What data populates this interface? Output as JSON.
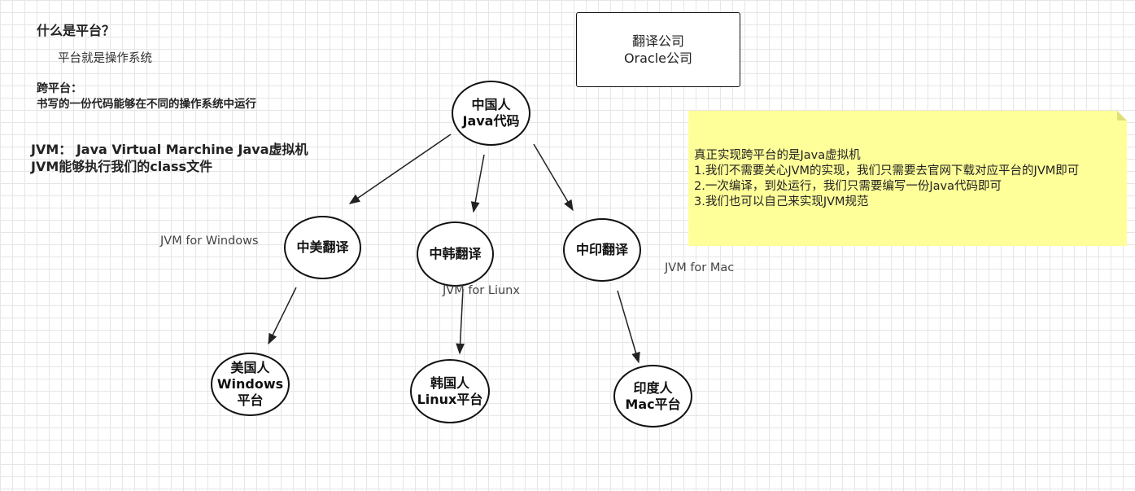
{
  "left_panel": {
    "question": "什么是平台？",
    "platform_def": "平台就是操作系统",
    "cross_platform_title": "跨平台：",
    "cross_platform_desc": "书写的一份代码能够在不同的操作系统中运行",
    "jvm_line1": "JVM： Java Virtual Marchine Java虚拟机",
    "jvm_line2": "JVM能够执行我们的class文件"
  },
  "translator_box": {
    "line1": "翻译公司",
    "line2": "Oracle公司"
  },
  "nodes": {
    "source": {
      "line1": "中国人",
      "line2": "Java代码"
    },
    "translator_us": {
      "label": "中美翻译"
    },
    "translator_kr": {
      "label": "中韩翻译"
    },
    "translator_in": {
      "label": "中印翻译"
    },
    "target_us": {
      "line1": "美国人",
      "line2": "Windows",
      "line3": "平台"
    },
    "target_kr": {
      "line1": "韩国人",
      "line2": "Linux平台"
    },
    "target_in": {
      "line1": "印度人",
      "line2": "Mac平台"
    }
  },
  "jvm_labels": {
    "windows": "JVM for Windows",
    "linux": "JVM for Liunx",
    "mac": "JVM for Mac"
  },
  "note": {
    "lines": [
      "真正实现跨平台的是Java虚拟机",
      "1.我们不需要关心JVM的实现，我们只需要去官网下载对应平台的JVM即可",
      "2.一次编译，到处运行，我们只需要编写一份Java代码即可",
      "3.我们也可以自己来实现JVM规范"
    ],
    "color": "#ffff99"
  },
  "colors": {
    "canvas": "#ffffff",
    "grid": "#e6e6e6",
    "stroke": "#111111"
  }
}
